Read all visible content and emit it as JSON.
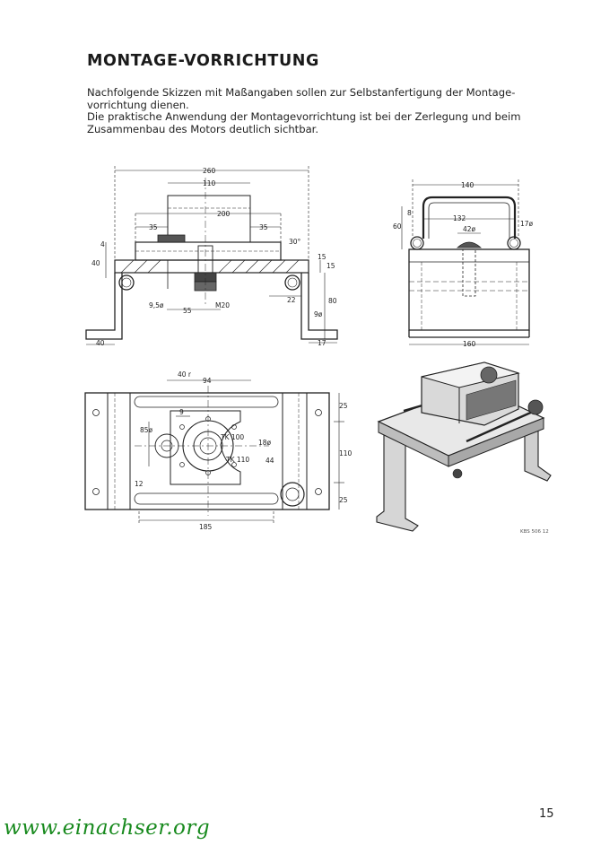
{
  "title": "MONTAGE-VORRICHTUNG",
  "intro": [
    "Nachfolgende Skizzen mit Maßangaben sollen zur Selbstanfertigung der Montage-vorrichtung dienen.",
    "Die praktische Anwendung der Montagevorrichtung ist bei der Zerlegung und beim Zusammenbau des Motors deutlich sichtbar."
  ],
  "front_view_dims": {
    "d260": "260",
    "d110": "110",
    "d200": "200",
    "d35a": "35",
    "d35b": "35",
    "d30deg": "30°",
    "d15": "15",
    "d15b": "15",
    "d40": "40",
    "d4": "4",
    "d22": "22",
    "d80": "80",
    "d9a": "9ø",
    "d9b": "9,5ø",
    "d55": "55",
    "m20": "M20",
    "d40b": "40",
    "d17": "17"
  },
  "side_view_dims": {
    "d140": "140",
    "d132": "132",
    "d42": "42ø",
    "d17": "17ø",
    "d60": "60",
    "d8": "8",
    "d160": "160"
  },
  "top_view_dims": {
    "d40r": "40 r",
    "d94": "94",
    "d9": "9",
    "d85": "85ø",
    "d25a": "25",
    "d110": "110",
    "d25b": "25",
    "tk100": "TK 100",
    "tk110": "TK 110",
    "d18": "18ø",
    "d44": "44",
    "d12": "12",
    "d185": "185"
  },
  "ref_code": "KBS 506 12",
  "page_number": "15",
  "watermark": "www.einachser.org",
  "colors": {
    "ink": "#222222",
    "watermark": "#188a1e"
  }
}
